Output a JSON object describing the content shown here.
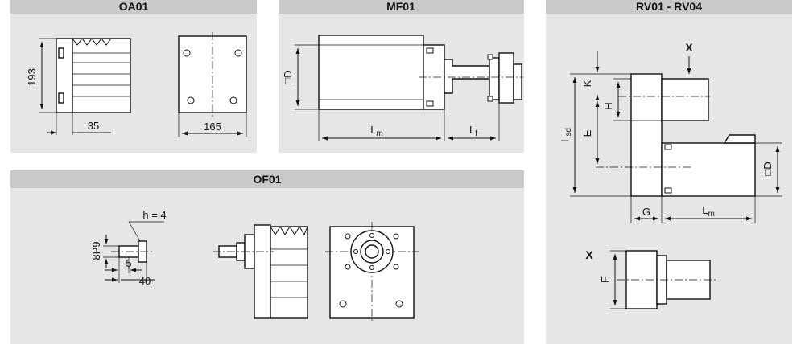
{
  "panels": {
    "oa01": {
      "title": "OA01",
      "dims": {
        "height": "193",
        "depth": "35",
        "width": "165"
      }
    },
    "mf01": {
      "title": "MF01",
      "dims": {
        "square_d": "□D",
        "motor_len_main": "L",
        "motor_len_sub": "m",
        "flange_len_main": "L",
        "flange_len_sub": "f"
      }
    },
    "rv01_rv04": {
      "title": "RV01 - RV04",
      "view_label": "X",
      "dims": {
        "k": "K",
        "h": "H",
        "e": "E",
        "lsd_main": "L",
        "lsd_sub": "sd",
        "square_d": "□D",
        "g": "G",
        "lm_main": "L",
        "lm_sub": "m",
        "f": "F"
      },
      "detail_label": "X"
    },
    "of01": {
      "title": "OF01",
      "dims": {
        "key_h": "h = 4",
        "key_b": "8P9",
        "key_5": "5",
        "key_40": "40"
      }
    }
  },
  "colors": {
    "panel": "#e6e6e6",
    "header": "#c9c9c9",
    "ink": "#111111"
  }
}
